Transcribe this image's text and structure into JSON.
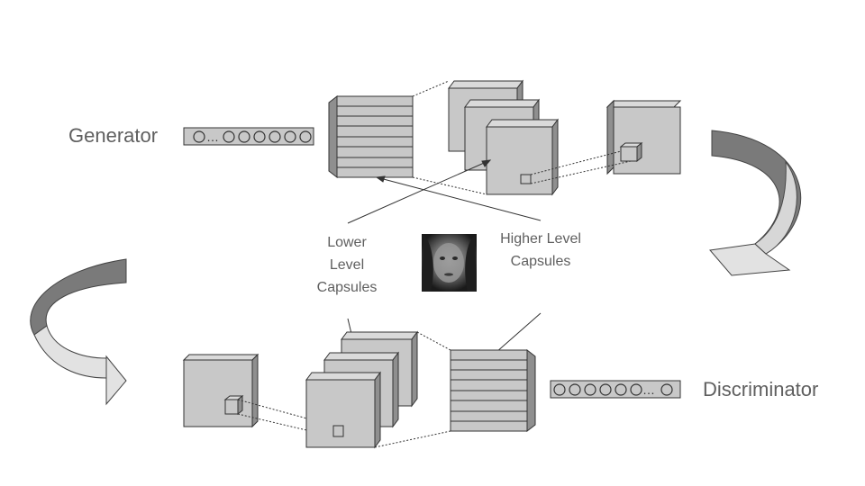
{
  "labels": {
    "generator": "Generator",
    "discriminator": "Discriminator",
    "lower": [
      "Lower",
      "Level",
      "Capsules"
    ],
    "higher": [
      "Higher Level",
      "Capsules"
    ]
  },
  "vector_glyphs": {
    "generator": "O…OOOOOO",
    "discriminator": "OOOOOO…O"
  },
  "face_image": "face-icon",
  "colors": {
    "fill_light": "#c8c8c8",
    "fill_top": "#dadada",
    "fill_side": "#8f8f8f",
    "stroke": "#333333",
    "text": "#5f5f5f",
    "arrow_dark": "#7a7a7a",
    "arrow_light": "#e2e2e2"
  }
}
